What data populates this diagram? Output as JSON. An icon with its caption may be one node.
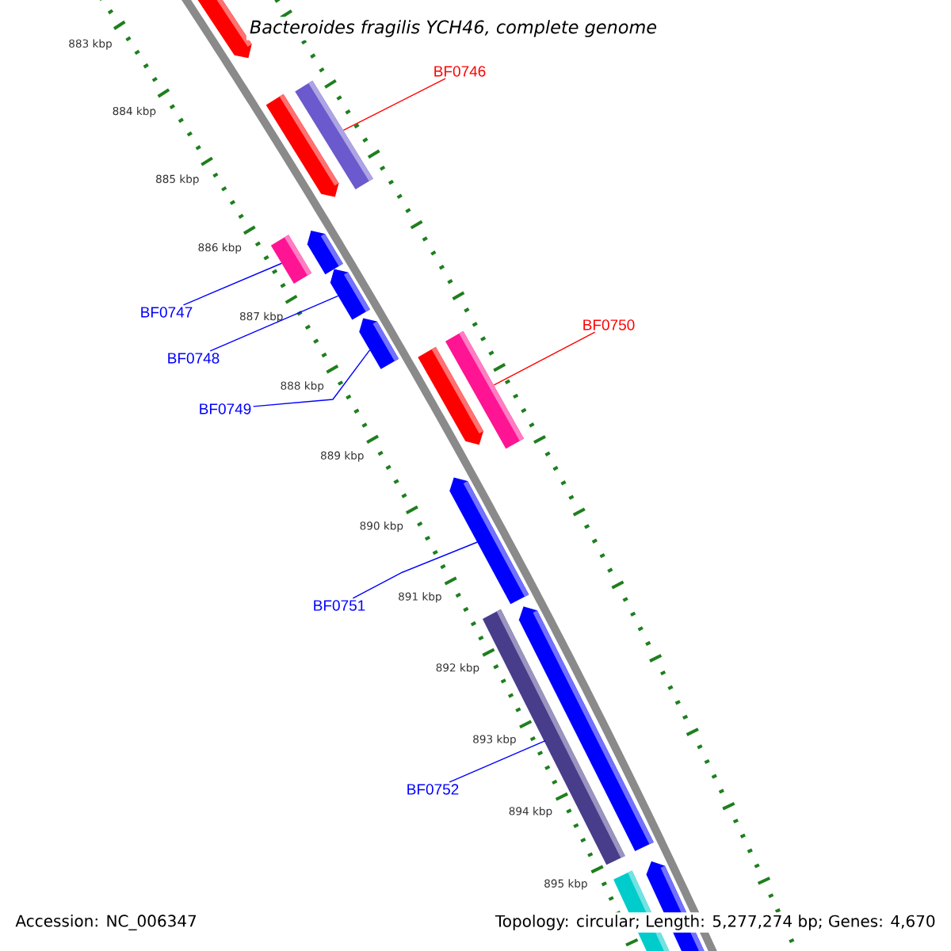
{
  "diagram": {
    "title": "Bacteroides fragilis YCH46, complete genome",
    "nodes": [
      {
        "text": [
          "BF0746"
        ]
      },
      {
        "text": [
          "BF0747"
        ]
      },
      {
        "text": [
          "BF0748"
        ]
      },
      {
        "text": [
          "BF0749"
        ]
      },
      {
        "text": [
          "BF0750"
        ]
      },
      {
        "text": [
          "BF0751"
        ]
      },
      {
        "text": [
          "BF0752"
        ]
      },
      {
        "text": [],
        "shape": "bar"
      },
      {
        "text": [],
        "shape": "bar"
      },
      {
        "text": [],
        "shape": "bar"
      },
      {
        "text": [],
        "shape": "bar"
      },
      {
        "text": [],
        "shape": "bar"
      },
      {
        "text": [],
        "shape": "bar"
      },
      {
        "text": [],
        "shape": "bar"
      }
    ],
    "edges": [
      {
        "from": 0,
        "to": 7,
        "arrow": "none",
        "color": "#ff0000"
      },
      {
        "from": 1,
        "to": 8,
        "arrow": "none"
      },
      {
        "from": 2,
        "to": 9,
        "arrow": "none"
      },
      {
        "from": 3,
        "to": 10,
        "arrow": "none"
      },
      {
        "from": 4,
        "to": 11,
        "arrow": "none",
        "color": "#ff0000"
      },
      {
        "from": 5,
        "to": 12,
        "arrow": "none"
      },
      {
        "from": 6,
        "to": 13,
        "arrow": "none"
      }
    ],
    "labels": [
      "883 kbp",
      "884 kbp",
      "885 kbp",
      "886 kbp",
      "887 kbp",
      "888 kbp",
      "889 kbp",
      "890 kbp",
      "891 kbp",
      "892 kbp",
      "893 kbp",
      "894 kbp",
      "895 kbp",
      "Accession: NC_006347",
      "Topology: circular; Length: 5,277,274 bp; Genes: 4,670"
    ]
  }
}
